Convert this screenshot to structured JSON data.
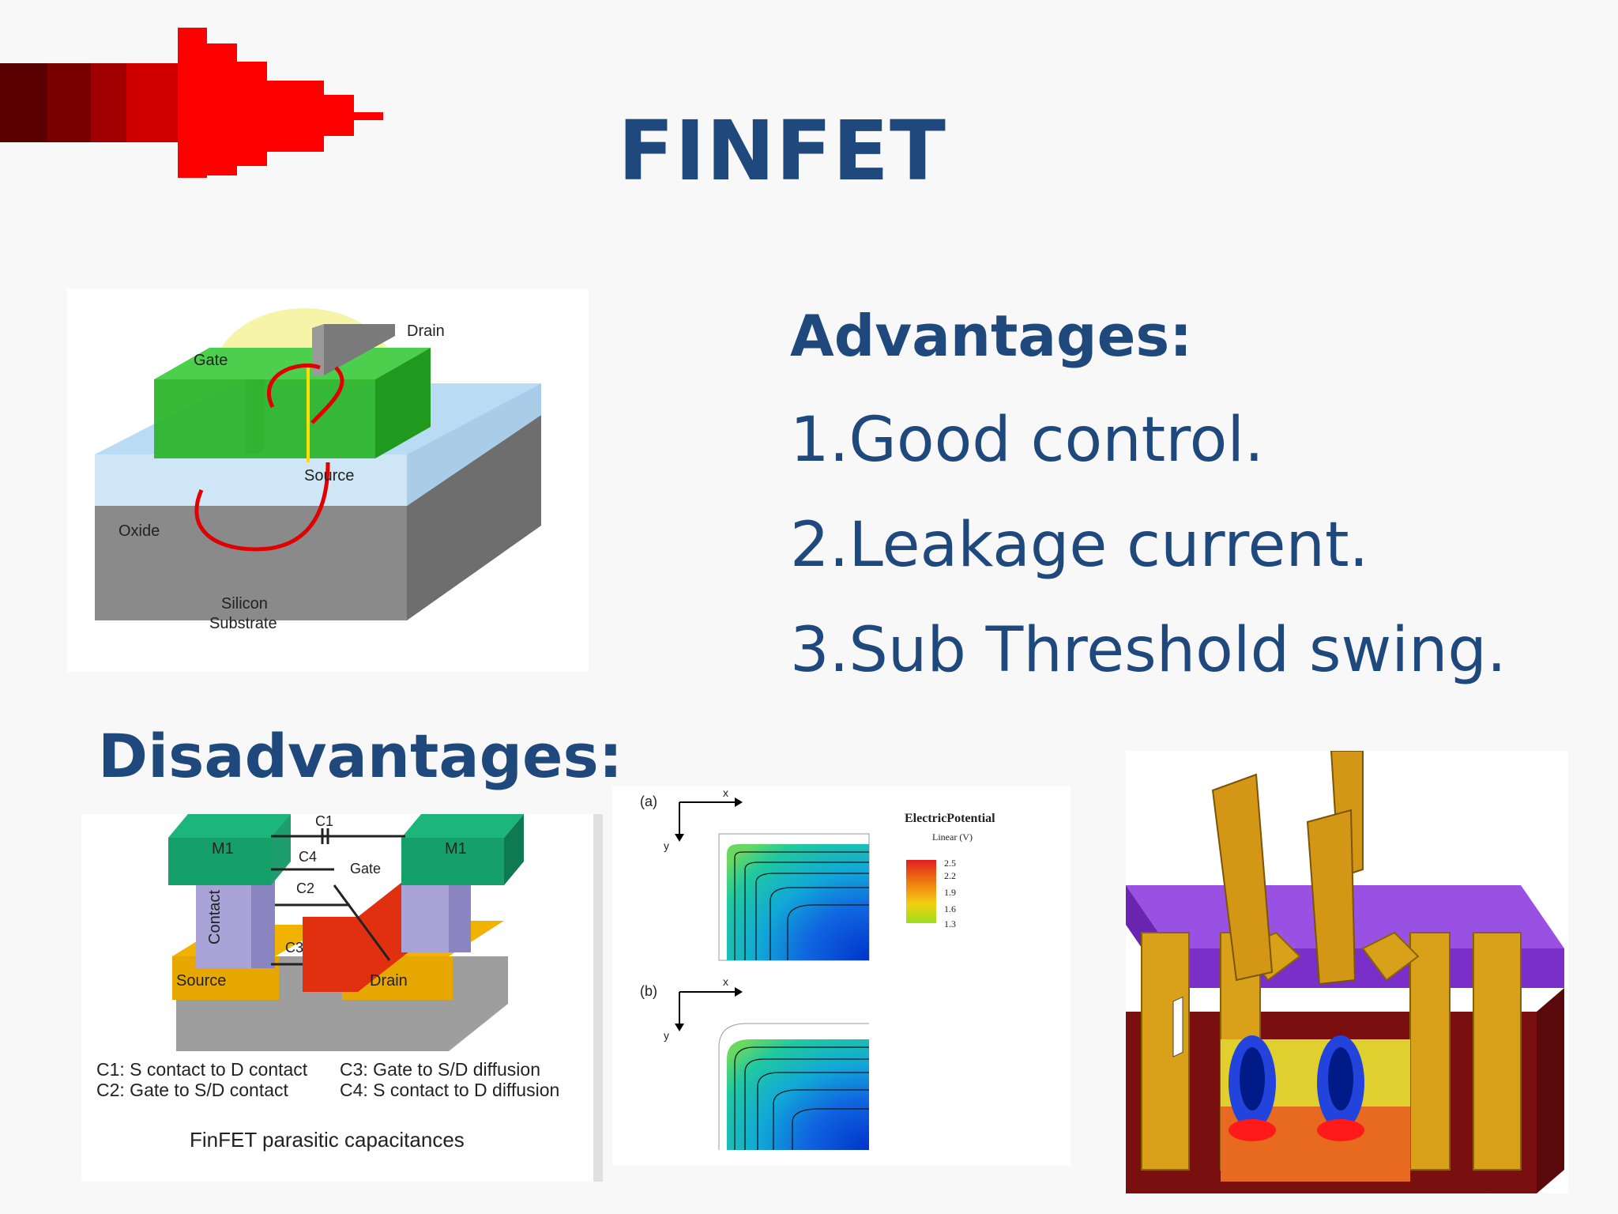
{
  "slide": {
    "title": "FINFET",
    "advantages_heading": "Advantages:",
    "advantages": [
      "1.Good control.",
      "2.Leakage current.",
      "3.Sub Threshold swing."
    ],
    "disadvantages_heading": "Disadvantages:"
  },
  "finfet_diagram": {
    "labels": {
      "gate": "Gate",
      "drain": "Drain",
      "source": "Source",
      "oxide": "Oxide",
      "substrate_line1": "Silicon",
      "substrate_line2": "Substrate"
    }
  },
  "capacitance_diagram": {
    "m1_left": "M1",
    "m1_right": "M1",
    "contact": "Contact",
    "gate": "Gate",
    "source": "Source",
    "drain": "Drain",
    "c1": "C1",
    "c2": "C2",
    "c3": "C3",
    "c4": "C4",
    "legend_c1": "C1: S contact to D contact",
    "legend_c2": "C2: Gate to S/D contact",
    "legend_c3": "C3: Gate to S/D diffusion",
    "legend_c4": "C4: S contact to D diffusion",
    "caption": "FinFET parasitic capacitances"
  },
  "potential_plot": {
    "panel_a": "(a)",
    "panel_b": "(b)",
    "axis_x": "x",
    "axis_y": "y",
    "legend_title": "ElectricPotential",
    "legend_unit": "Linear (V)",
    "legend_values": [
      "2.5",
      "2.2",
      "1.9",
      "1.6",
      "1.3"
    ]
  },
  "colors": {
    "title": "#1f497d",
    "arrow_red": "#ff0000",
    "arrow_dark": "#5a0000"
  }
}
